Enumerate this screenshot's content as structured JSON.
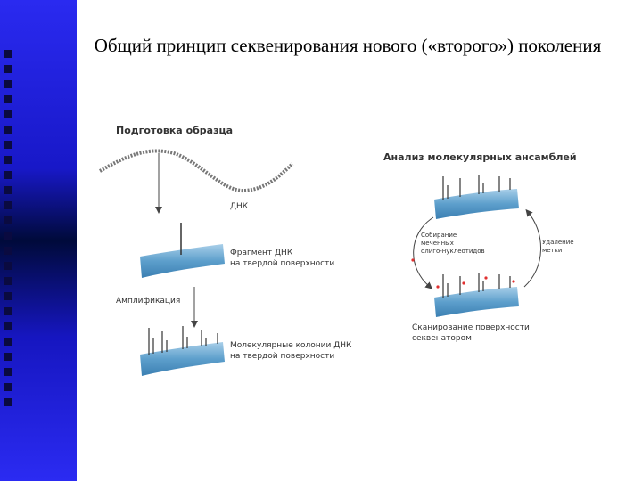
{
  "title": "Общий принцип секвенирования нового («второго») поколения",
  "left": {
    "prep_header": "Подготовка образца",
    "dna_label": "ДНК",
    "fragment_label_1": "Фрагмент ДНК",
    "fragment_label_2": "на твердой поверхности",
    "amplification_label": "Амплификация",
    "colonies_label_1": "Молекулярные колонии ДНК",
    "colonies_label_2": "на твердой поверхности"
  },
  "right": {
    "header": "Анализ молекулярных ансамблей",
    "assembly_label_1": "Собирание",
    "assembly_label_2": "меченных",
    "assembly_label_3": "олиго-нуклеотидов",
    "removal_label_1": "Удаление",
    "removal_label_2": "метки",
    "scan_label_1": "Сканирование поверхности",
    "scan_label_2": "секвенатором"
  },
  "colors": {
    "sidebar": "#1c1cd8",
    "surface": "#5aa0cf",
    "mark": "#e03030"
  }
}
